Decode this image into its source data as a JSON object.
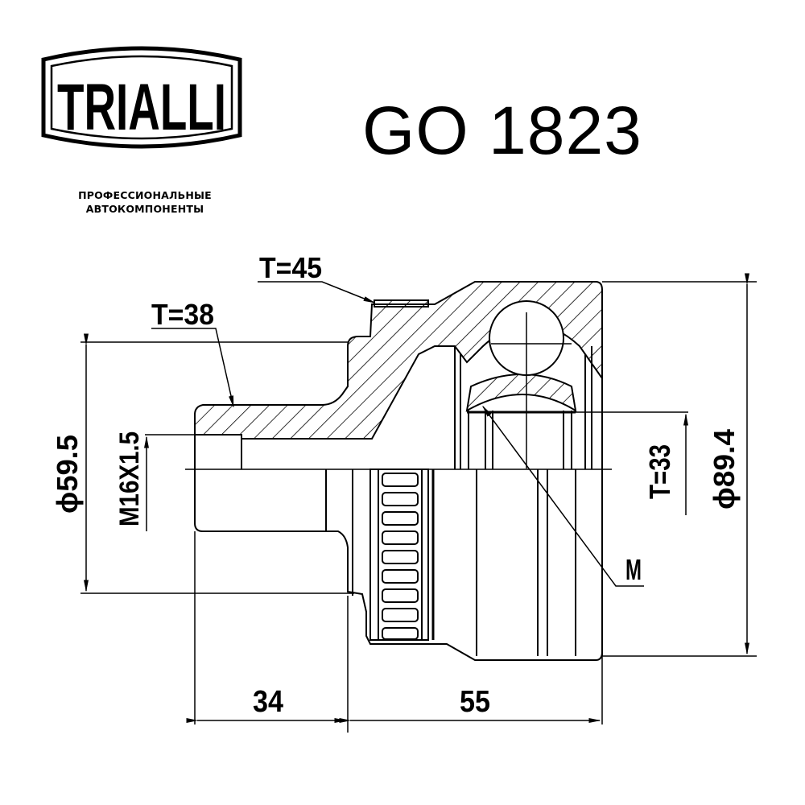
{
  "brand": {
    "logo_text": "TRIALLI",
    "tagline_line1": "ПРОФЕССИОНАЛЬНЫЕ",
    "tagline_line2": "АВТОКОМПОНЕНТЫ"
  },
  "part_number": "GO 1823",
  "drawing": {
    "title": "CV joint outer (technical drawing)",
    "annotations": {
      "t45": "T=45",
      "t38": "T=38",
      "t33": "T=33",
      "m": "M",
      "dia_59_5": "ϕ59.5",
      "thread": "M16X1.5",
      "dia_89_4": "ϕ89.4",
      "len_34": "34",
      "len_55": "55"
    },
    "abs_ring_teeth": 9
  },
  "colors": {
    "ink": "#000000",
    "background": "#ffffff"
  }
}
